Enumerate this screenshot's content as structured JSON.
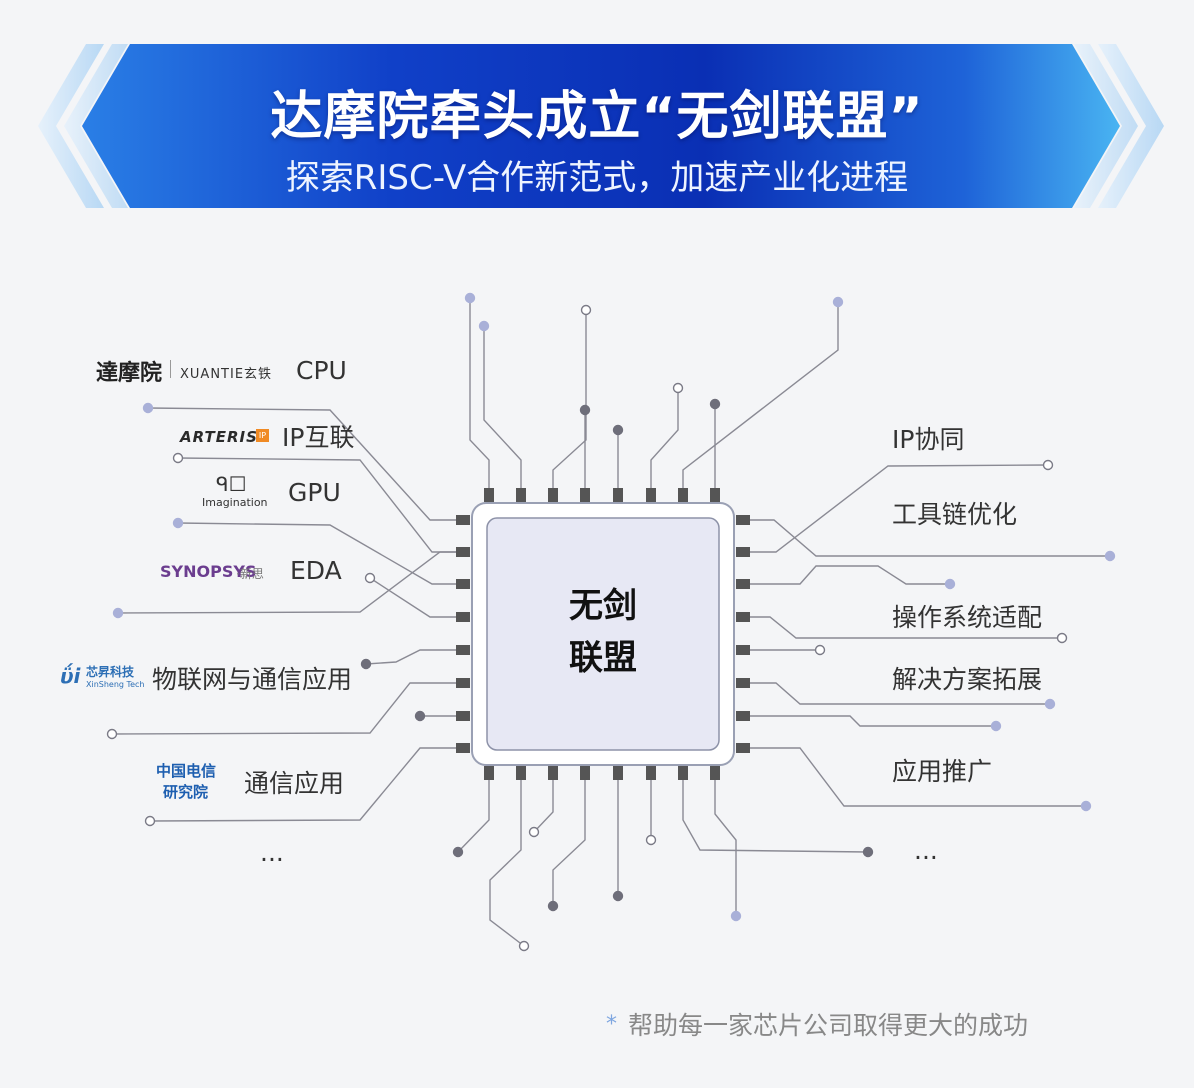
{
  "banner": {
    "title": "达摩院牵头成立“无剑联盟”",
    "subtitle": "探索RISC-V合作新范式，加速产业化进程",
    "colors": {
      "deep_blue": "#0a2fb4",
      "mid_blue": "#1e63d8",
      "light_blue": "#3aa0ef",
      "chevron": "#c9e2f7"
    }
  },
  "chip": {
    "line1": "无剑",
    "line2": "联盟",
    "colors": {
      "border": "#9aa0b4",
      "inner": "#e7e8f4",
      "pin": "#555555"
    }
  },
  "left_items": {
    "cpu": "CPU",
    "ip": "IP互联",
    "gpu": "GPU",
    "eda": "EDA",
    "iot": "物联网与通信应用",
    "telecom": "通信应用",
    "more": "..."
  },
  "right_items": {
    "ip": "IP协同",
    "toolchain": "工具链优化",
    "os": "操作系统适配",
    "solution": "解决方案拓展",
    "app": "应用推广",
    "more": "..."
  },
  "logos": {
    "damo": "達摩院",
    "xuantie": "XUANTIE玄铁",
    "arteris": "ARTERIS",
    "arteris_ip": "IP",
    "imagination_mark": "ᑫ☐",
    "imagination": "Imagination",
    "synopsys": "SYNOPSYS",
    "synopsys_cn": "·新思",
    "xinsheng_mark": "ΰi",
    "xinsheng": "芯昇科技",
    "xinsheng_en": "XinSheng Tech",
    "ctri_line1": "中国电信",
    "ctri_line2": "研究院"
  },
  "footnote": {
    "star": "*",
    "text": "帮助每一家芯片公司取得更大的成功"
  },
  "colors": {
    "line": "#8a8a94",
    "dot_filled": "#6e6e7a",
    "dot_lavender": "#a9b0d8",
    "dot_open": "#ffffff"
  }
}
